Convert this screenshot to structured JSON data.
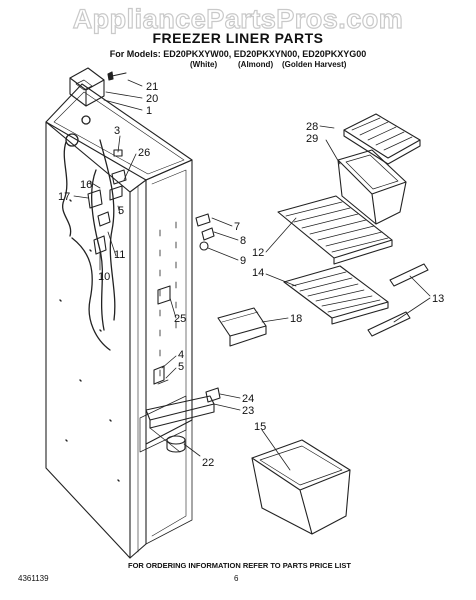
{
  "watermark": "AppliancePartsPros.com",
  "header": {
    "title": "FREEZER LINER PARTS",
    "models_line": "For Models: ED20PKXYW00, ED20PKXYN00, ED20PKXYG00",
    "colours": [
      "(White)",
      "(Almond)",
      "(Golden Harvest)"
    ]
  },
  "callouts": [
    "21",
    "20",
    "1",
    "3",
    "26",
    "16",
    "17",
    "5",
    "11",
    "10",
    "25",
    "4",
    "5",
    "28",
    "29",
    "7",
    "8",
    "9",
    "12",
    "14",
    "13",
    "18",
    "24",
    "23",
    "15",
    "22"
  ],
  "footer": {
    "note": "FOR ORDERING INFORMATION REFER TO PARTS PRICE LIST",
    "doc_number": "4361139",
    "page_number": "6"
  }
}
